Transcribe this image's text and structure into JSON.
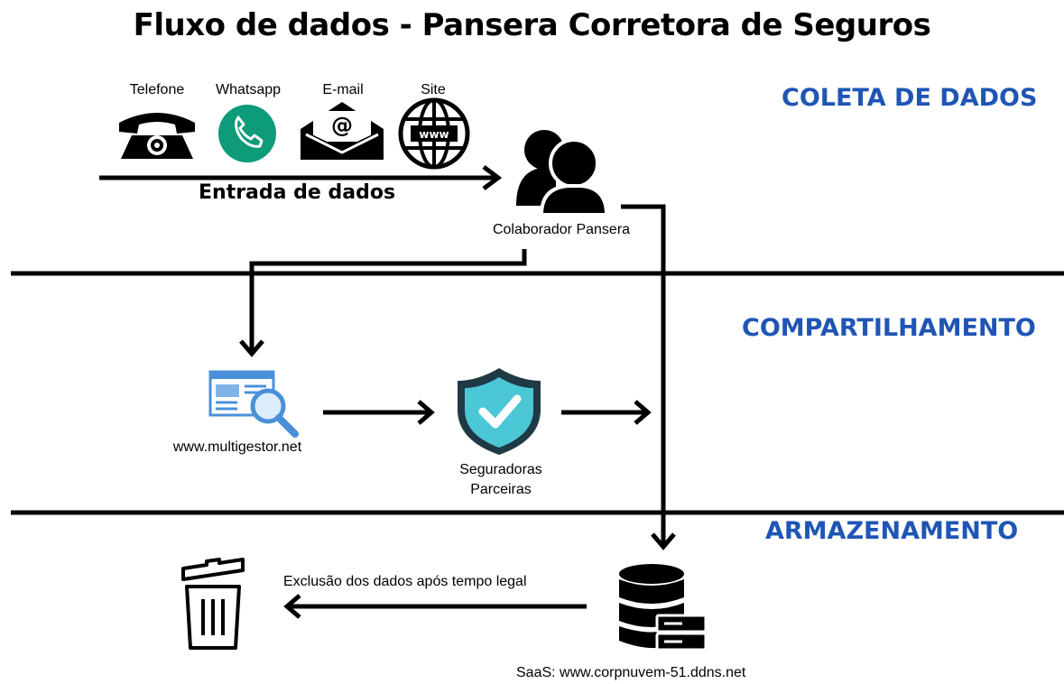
{
  "title": "Fluxo de dados - Pansera Corretora de Seguros",
  "sections": {
    "coleta": "COLETA DE DADOS",
    "compartilhamento": "COMPARTILHAMENTO",
    "armazenamento": "ARMAZENAMENTO"
  },
  "channels": [
    {
      "label": "Telefone",
      "icon": "telephone-icon"
    },
    {
      "label": "Whatsapp",
      "icon": "whatsapp-icon"
    },
    {
      "label": "E-mail",
      "icon": "email-icon"
    },
    {
      "label": "Site",
      "icon": "globe-www-icon"
    }
  ],
  "entrada_label": "Entrada de dados",
  "colaborador_label": "Colaborador Pansera",
  "multigestor_label": "www.multigestor.net",
  "seguradoras_label": [
    "Seguradoras",
    "Parceiras"
  ],
  "exclusao_label": "Exclusão dos dados após tempo legal",
  "saas_label": "SaaS: www.corpnuvem-51.ddns.net",
  "colors": {
    "section_blue": "#1f55b5",
    "whatsapp_green": "#0e9b7a",
    "shield_teal": "#4cc7d6",
    "shield_dark": "#1f3a45",
    "search_blue": "#4a90d9"
  }
}
